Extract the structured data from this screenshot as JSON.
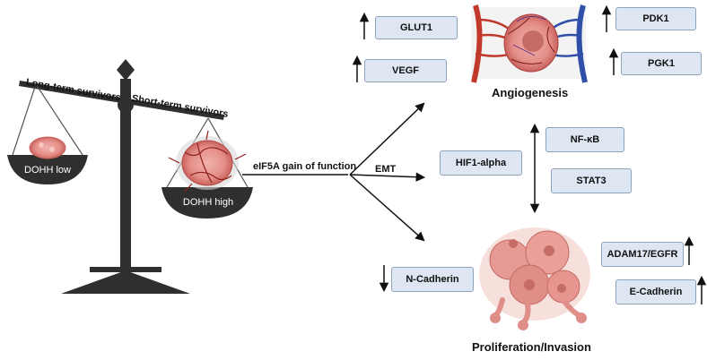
{
  "scale": {
    "left_arm_label": "Long-term survivors",
    "right_arm_label": "Short-term survivors",
    "left_pan_label": "DOHH low",
    "right_pan_label": "DOHH high"
  },
  "center": {
    "gain_label": "eIF5A gain of function",
    "emt_label": "EMT",
    "hif_label": "HIF1-alpha"
  },
  "angiogenesis": {
    "title": "Angiogenesis",
    "up_markers": [
      "GLUT1",
      "VEGF",
      "PDK1",
      "PGK1"
    ]
  },
  "signaling": {
    "items": [
      "NF-κB",
      "STAT3"
    ]
  },
  "proliferation": {
    "title": "Proliferation/Invasion",
    "down_marker": "N-Cadherin",
    "up_markers": [
      "ADAM17/EGFR",
      "E-Cadherin"
    ]
  },
  "colors": {
    "box_fill": "#dde6f1",
    "box_border": "#8fa3bd",
    "scale_dark": "#2f2f2f",
    "tumor": "#e8908c",
    "artery": "#c0392b",
    "vein": "#2f4fa8"
  },
  "icons": [
    "scale-icon",
    "tumor-icon",
    "blood-vessel-icon",
    "tumor-cell-cluster-icon",
    "up-arrow-icon",
    "down-arrow-icon"
  ]
}
